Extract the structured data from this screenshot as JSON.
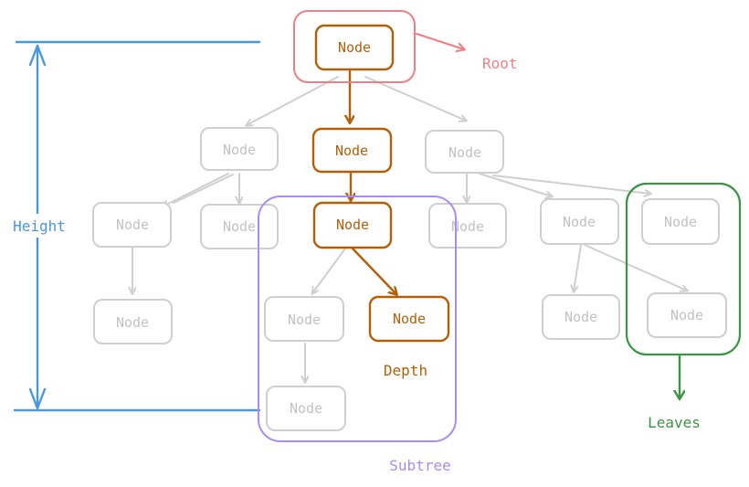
{
  "colors": {
    "faded": "#cfcfcf",
    "faded_text": "#c2c2c2",
    "path": "#b35f08",
    "root": "#ee7f84",
    "height": "#4a97dc",
    "subtree": "#a98cf0",
    "leaves": "#3a9444"
  },
  "nodes": {
    "root": "Node",
    "l1_left": "Node",
    "l1_mid": "Node",
    "l1_right": "Node",
    "l2_a": "Node",
    "l2_b": "Node",
    "l2_mid": "Node",
    "l2_c": "Node",
    "l2_d": "Node",
    "l2_e": "Node",
    "l3_a": "Node",
    "l3_b": "Node",
    "l3_depth": "Node",
    "l3_c": "Node",
    "l3_d": "Node",
    "l4_a": "Node"
  },
  "labels": {
    "root": "Root",
    "height": "Height",
    "depth": "Depth",
    "subtree": "Subtree",
    "leaves": "Leaves"
  }
}
